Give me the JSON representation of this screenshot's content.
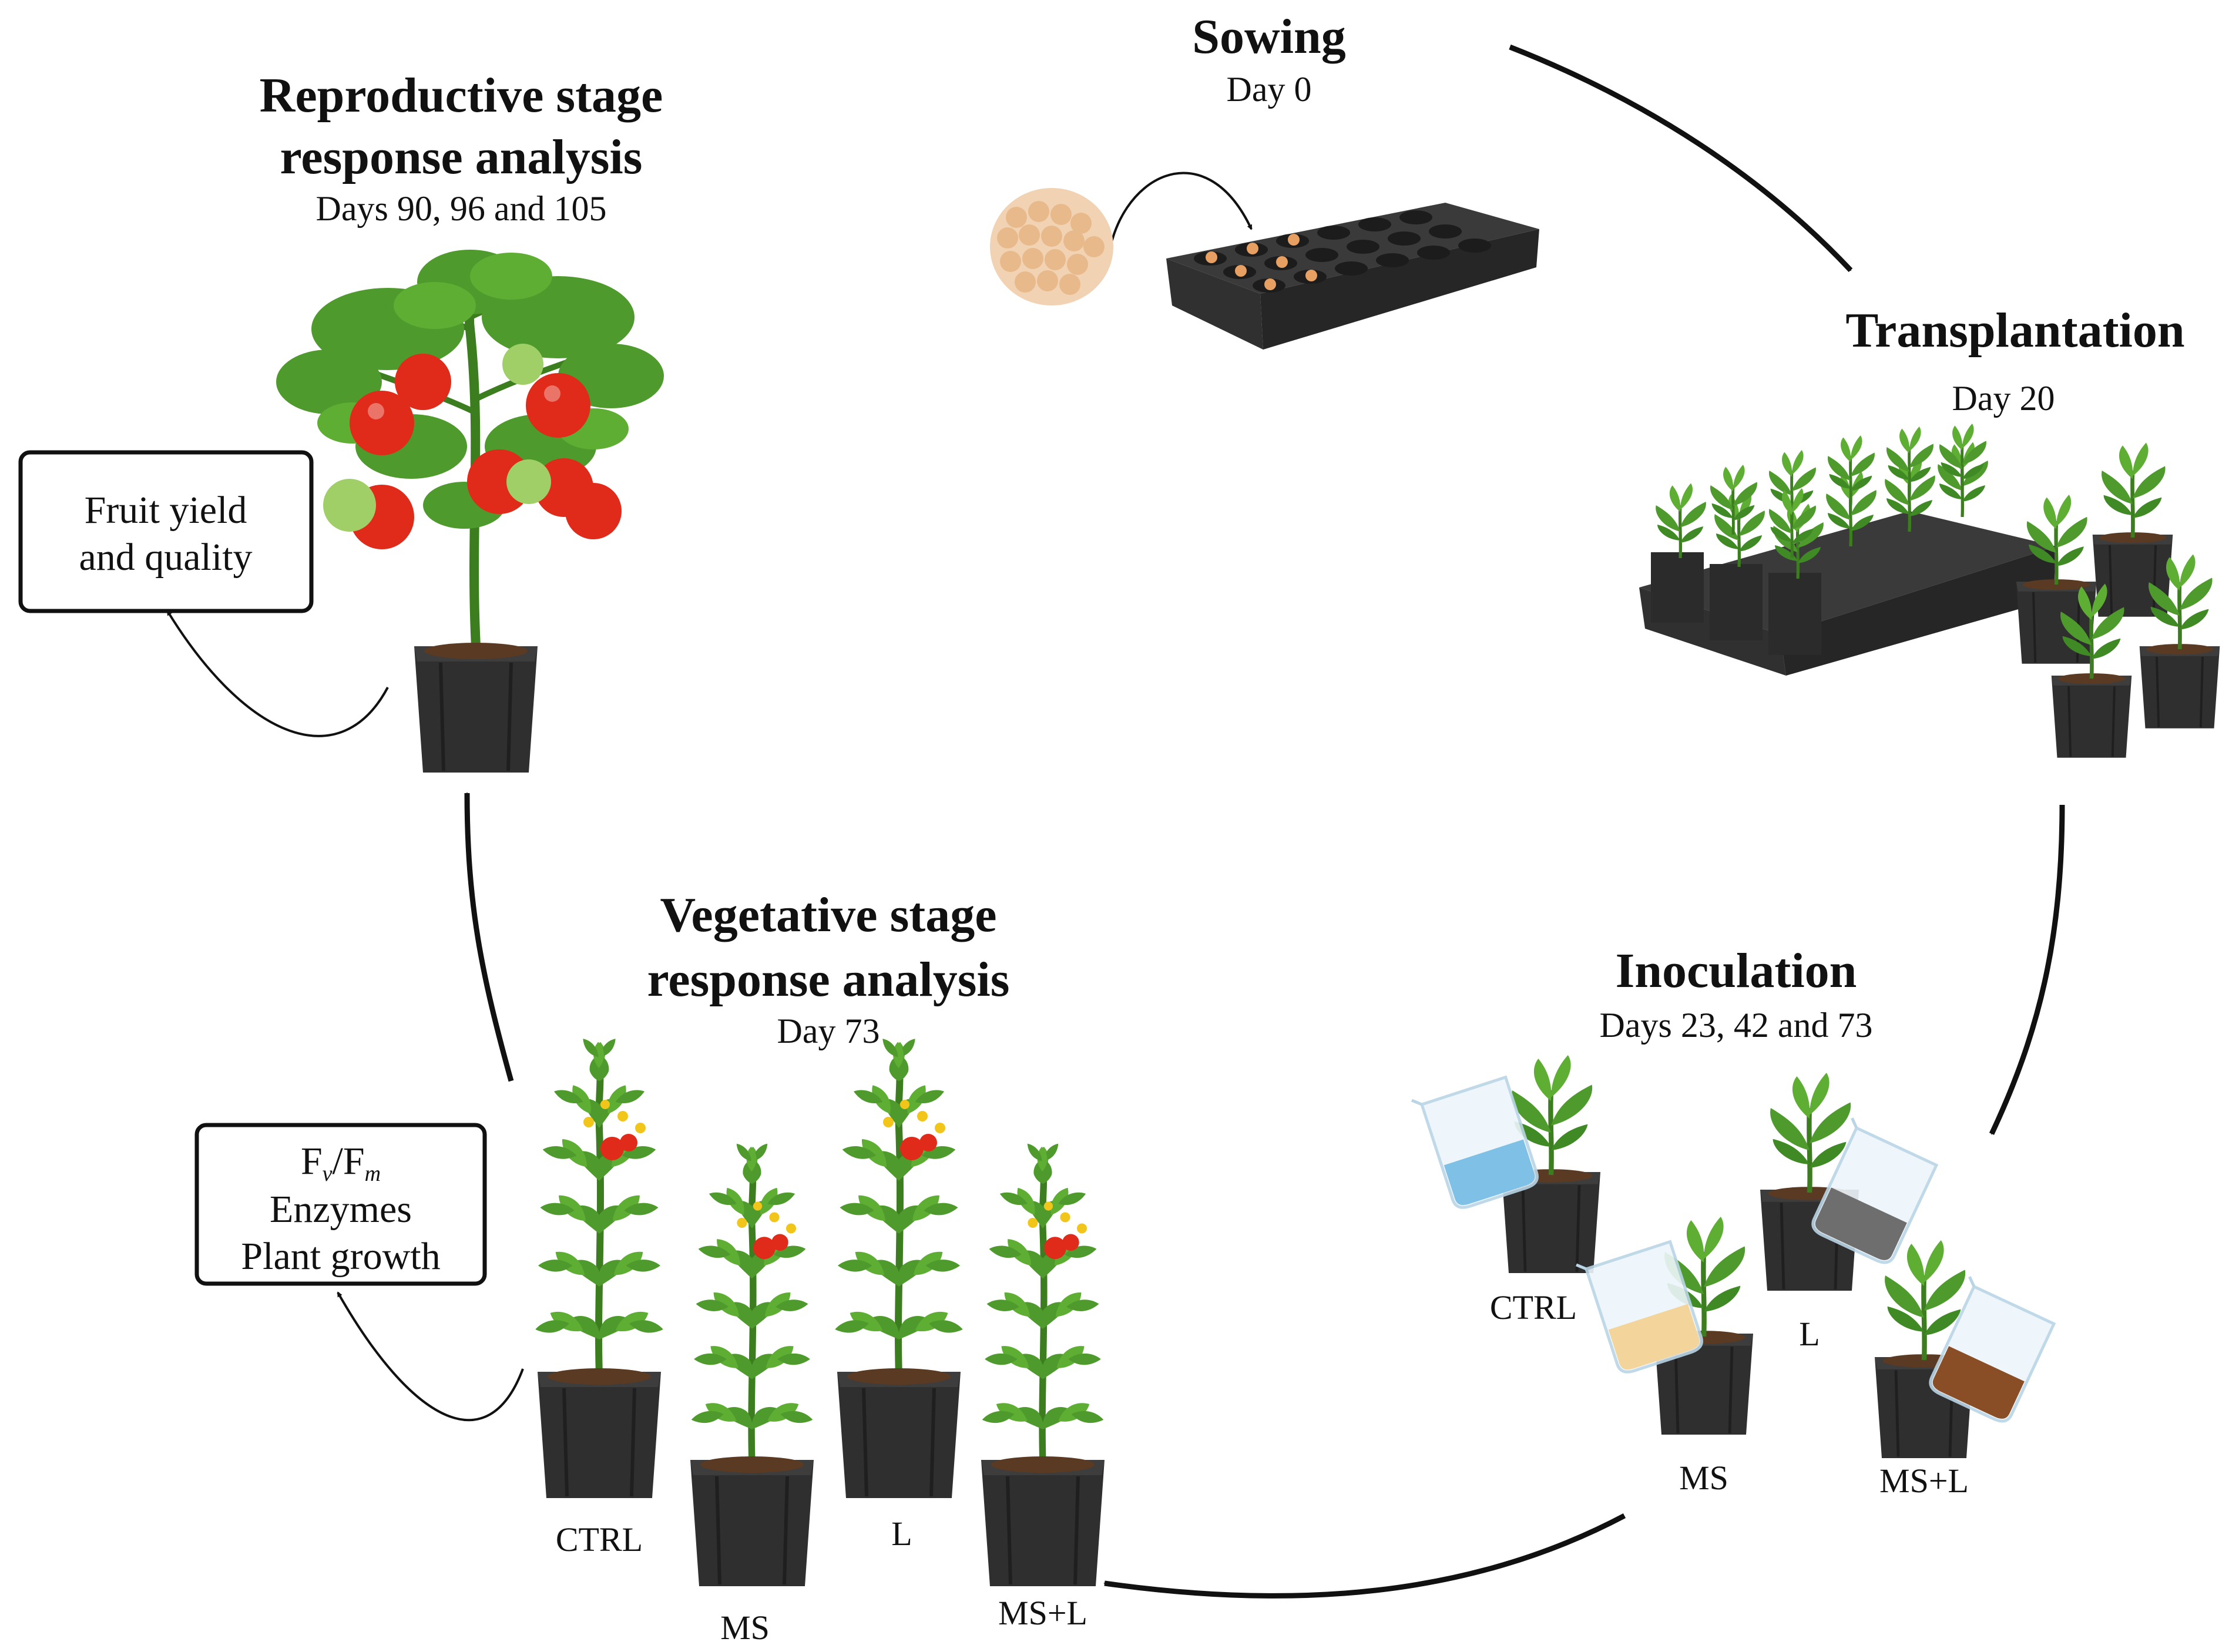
{
  "stages": {
    "sowing": {
      "title": "Sowing",
      "day": "Day 0"
    },
    "transplantation": {
      "title": "Transplantation",
      "day": "Day 20"
    },
    "inoculation": {
      "title": "Inoculation",
      "day": "Days 23, 42 and 73"
    },
    "vegetative": {
      "title_line1": "Vegetative stage",
      "title_line2": "response analysis",
      "day": "Day 73"
    },
    "reproductive": {
      "title_line1": "Reproductive stage",
      "title_line2": "response analysis",
      "day": "Days 90, 96 and 105"
    }
  },
  "treatments": {
    "ctrl": "CTRL",
    "l": "L",
    "ms": "MS",
    "msl": "MS+L"
  },
  "boxes": {
    "fruit": {
      "line1": "Fruit yield",
      "line2": "and quality"
    },
    "vegetative": {
      "fvfm": {
        "f1": "F",
        "sub1": "v",
        "slash": "/F",
        "sub2": "m"
      },
      "line2": "Enzymes",
      "line3": "Plant growth"
    }
  },
  "colors": {
    "pot": "#2f2f2f",
    "soil": "#5a3a22",
    "leaf": "#4f9a2c",
    "leaf_dark": "#3c7d20",
    "tomato_red": "#e02a1a",
    "tomato_green": "#9fcf66",
    "flower": "#f2c51b",
    "seed": "#e8b98a",
    "water_blue": "#7fc1e6",
    "liquid_cream": "#f3d49a",
    "liquid_grey": "#6e6e6e",
    "liquid_brown": "#8a4e26"
  },
  "icons": [
    "seed-pile-icon",
    "seed-tray-icon",
    "seedling-tray-icon",
    "potted-seedling-icon",
    "beaker-icon",
    "tomato-plant-icon",
    "arrow-icon"
  ]
}
